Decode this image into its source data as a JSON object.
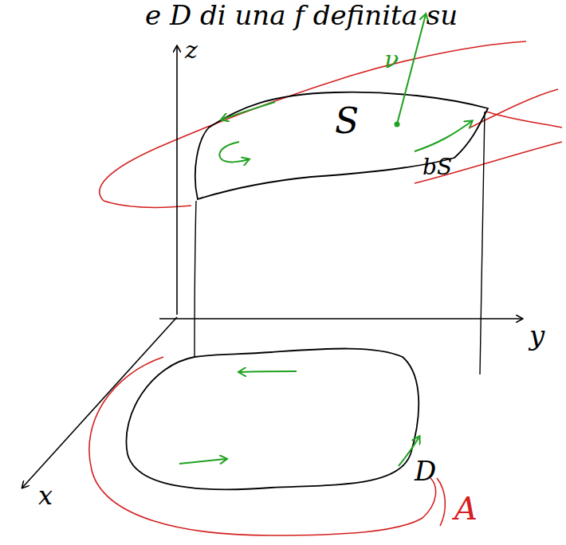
{
  "diagram": {
    "labels": [
      "e D di una f definita su",
      "z",
      "y",
      "x",
      "S",
      "bS",
      "ν",
      "D",
      "A"
    ]
  }
}
